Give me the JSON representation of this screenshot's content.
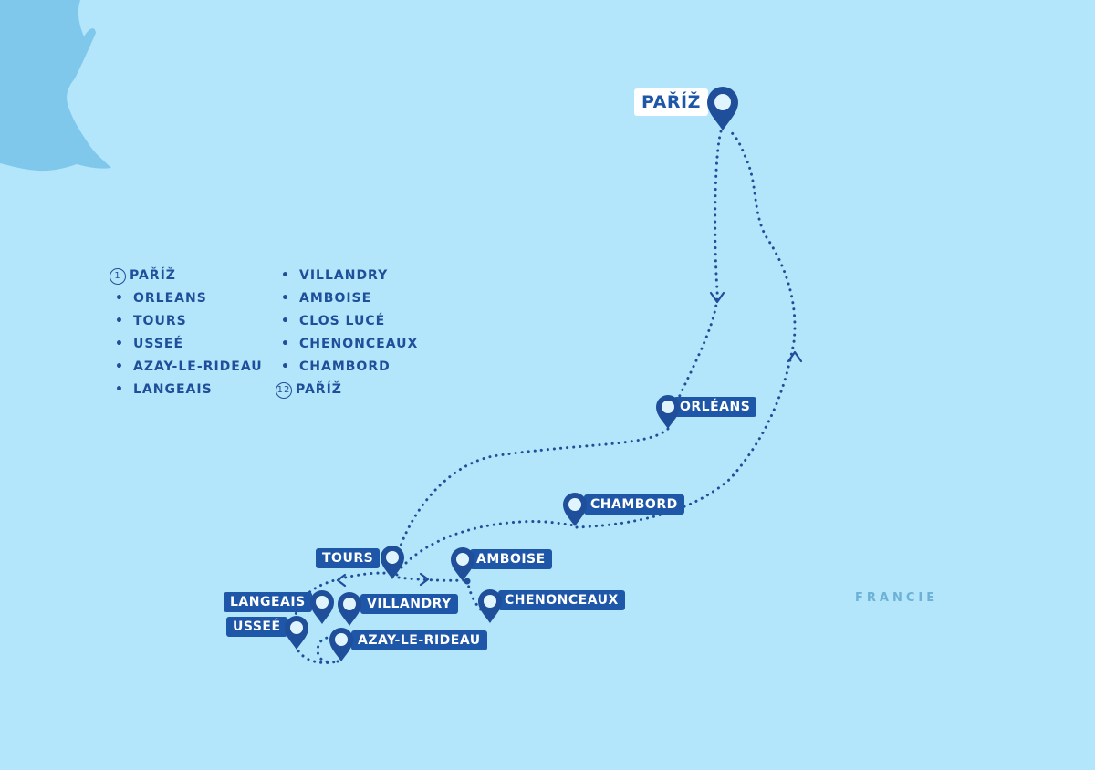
{
  "legend": {
    "column1": [
      {
        "marker": "1",
        "label": "PAŘÍŽ"
      },
      {
        "marker": "•",
        "label": "ORLEANS"
      },
      {
        "marker": "•",
        "label": "TOURS"
      },
      {
        "marker": "•",
        "label": "USSEÉ"
      },
      {
        "marker": "•",
        "label": "AZAY-LE-RIDEAU"
      },
      {
        "marker": "•",
        "label": "LANGEAIS"
      }
    ],
    "column2": [
      {
        "marker": "•",
        "label": "VILLANDRY"
      },
      {
        "marker": "•",
        "label": "AMBOISE"
      },
      {
        "marker": "•",
        "label": "CLOS LUCÉ"
      },
      {
        "marker": "•",
        "label": "CHENONCEAUX"
      },
      {
        "marker": "•",
        "label": "CHAMBORD"
      },
      {
        "marker": "12",
        "label": "PAŘÍŽ"
      }
    ]
  },
  "places": {
    "paris": "PAŘÍŽ",
    "orleans": "ORLÉANS",
    "chambord": "CHAMBORD",
    "tours": "TOURS",
    "amboise": "AMBOISE",
    "langeais": "LANGEAIS",
    "villandry": "VILLANDRY",
    "chenonceaux": "CHENONCEAUX",
    "ussee": "USSEÉ",
    "azay": "AZAY-LE-RIDEAU"
  },
  "country": "FRANCIE",
  "colors": {
    "sea": "#b3e5fb",
    "land": "#7fc8ec",
    "route": "#1f4f9a",
    "label_bg": "#1e56a8"
  }
}
